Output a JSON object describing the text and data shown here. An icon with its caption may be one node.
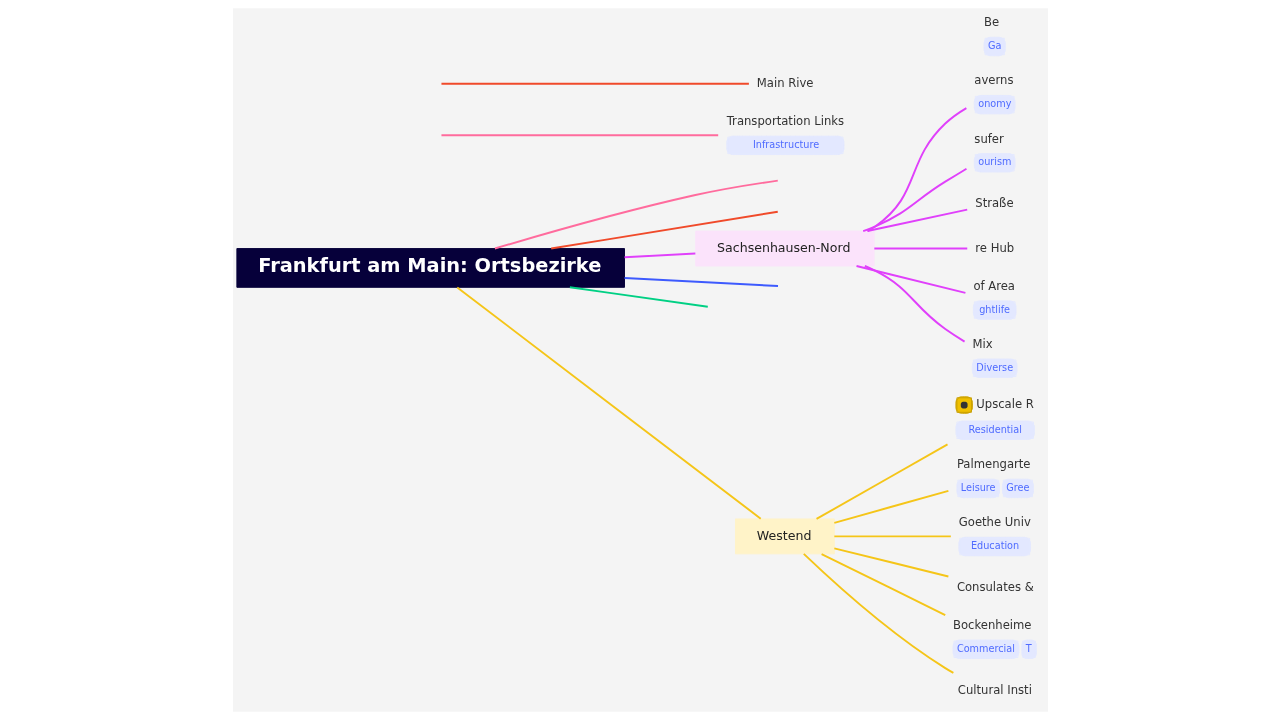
{
  "diagram": {
    "nodes": [
      {
        "text": [
          "Frankfurt am Main: Ortsbezirke"
        ]
      },
      {
        "text": [
          "Sachsenhausen-Nord"
        ]
      },
      {
        "text": [
          "averns",
          "onomy"
        ]
      },
      {
        "text": [
          "sufer",
          "ourism"
        ]
      },
      {
        "text": [
          "Straße"
        ]
      },
      {
        "text": [
          "re Hub"
        ]
      },
      {
        "text": [
          "of Area",
          "ghtlife"
        ]
      },
      {
        "text": [
          "Mix",
          "Diverse"
        ]
      },
      {
        "text": [
          "Westend"
        ]
      },
      {
        "text": [
          "Upscale R",
          "Residential"
        ]
      },
      {
        "text": [
          "Palmengarte",
          "Leisure",
          "Gree"
        ]
      },
      {
        "text": [
          "Goethe Univ",
          "Education"
        ]
      },
      {
        "text": [
          "Consulates &"
        ]
      },
      {
        "text": [
          "Bockenheime",
          "Commercial",
          "T"
        ]
      },
      {
        "text": [
          "Cultural Insti"
        ]
      },
      {
        "text": [
          "Transportation Links",
          "Infrastructure"
        ]
      },
      {
        "text": [
          "Main Rive"
        ]
      },
      {
        "text": [
          "Be",
          "Ga"
        ]
      }
    ],
    "edges": [
      {
        "from": 0,
        "to": null,
        "arrow": "none",
        "color": "#ff6b9d"
      },
      {
        "from": 0,
        "to": null,
        "arrow": "none",
        "color": "#f04a2a"
      },
      {
        "from": 0,
        "to": 1,
        "arrow": "none",
        "color": "#e040fb"
      },
      {
        "from": 0,
        "to": null,
        "arrow": "none",
        "color": "#3d5afe"
      },
      {
        "from": 0,
        "to": null,
        "arrow": "none",
        "color": "#00d084"
      },
      {
        "from": 0,
        "to": 8,
        "arrow": "none",
        "color": "#f5c518"
      },
      {
        "from": 1,
        "to": 2,
        "arrow": "none",
        "color": "#e040fb"
      },
      {
        "from": 1,
        "to": 3,
        "arrow": "none",
        "color": "#e040fb"
      },
      {
        "from": 1,
        "to": 4,
        "arrow": "none",
        "color": "#e040fb"
      },
      {
        "from": 1,
        "to": 5,
        "arrow": "none",
        "color": "#e040fb"
      },
      {
        "from": 1,
        "to": 6,
        "arrow": "none",
        "color": "#e040fb"
      },
      {
        "from": 1,
        "to": 7,
        "arrow": "none",
        "color": "#e040fb"
      },
      {
        "from": 8,
        "to": 9,
        "arrow": "none",
        "color": "#f5c518"
      },
      {
        "from": 8,
        "to": 10,
        "arrow": "none",
        "color": "#f5c518"
      },
      {
        "from": 8,
        "to": 11,
        "arrow": "none",
        "color": "#f5c518"
      },
      {
        "from": 8,
        "to": 12,
        "arrow": "none",
        "color": "#f5c518"
      },
      {
        "from": 8,
        "to": 13,
        "arrow": "none",
        "color": "#f5c518"
      },
      {
        "from": 8,
        "to": 14,
        "arrow": "none",
        "color": "#f5c518"
      },
      {
        "from": null,
        "to": 15,
        "arrow": "none",
        "color": "#ff6b9d"
      },
      {
        "from": null,
        "to": 16,
        "arrow": "none",
        "color": "#f04a2a"
      }
    ]
  }
}
